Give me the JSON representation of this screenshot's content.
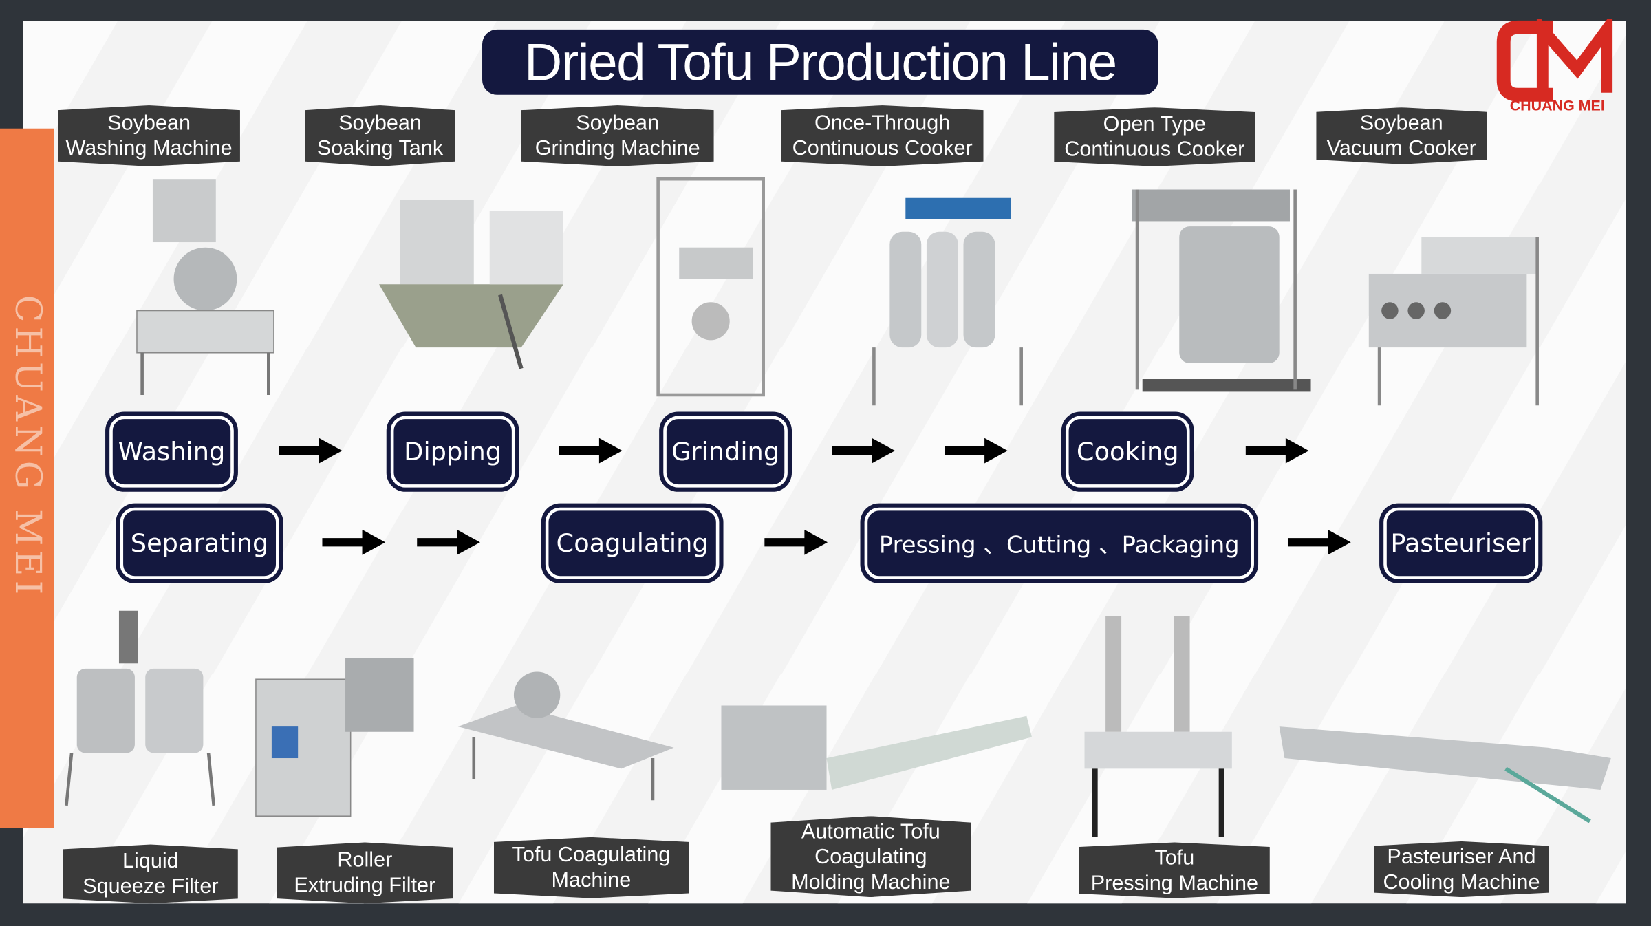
{
  "title": "Dried Tofu Production Line",
  "brand": {
    "name": "CHUANG MEI",
    "side_text": "CHUANG MEI",
    "logo_color": "#d72a22",
    "accent": "#ef7a45",
    "navy": "#14183f"
  },
  "top_machines": [
    {
      "line1": "Soybean",
      "line2": "Washing Machine"
    },
    {
      "line1": "Soybean",
      "line2": "Soaking Tank"
    },
    {
      "line1": "Soybean",
      "line2": "Grinding Machine"
    },
    {
      "line1": "Once-Through",
      "line2": "Continuous Cooker"
    },
    {
      "line1": "Open Type",
      "line2": "Continuous Cooker"
    },
    {
      "line1": "Soybean",
      "line2": "Vacuum Cooker"
    }
  ],
  "process_row1": [
    "Washing",
    "Dipping",
    "Grinding",
    "Cooking"
  ],
  "process_row2": [
    "Separating",
    "Coagulating",
    "Pressing 、Cutting 、Packaging",
    "Pasteuriser"
  ],
  "bottom_machines": [
    {
      "line1": "Liquid",
      "line2": "Squeeze Filter"
    },
    {
      "line1": "Roller",
      "line2": "Extruding Filter"
    },
    {
      "line1": "Tofu Coagulating",
      "line2": "Machine"
    },
    {
      "line1": "Automatic Tofu",
      "line2": "Coagulating",
      "line3": "Molding Machine"
    },
    {
      "line1": "Tofu",
      "line2": "Pressing Machine"
    },
    {
      "line1": "Pasteuriser And",
      "line2": "Cooling Machine"
    }
  ]
}
